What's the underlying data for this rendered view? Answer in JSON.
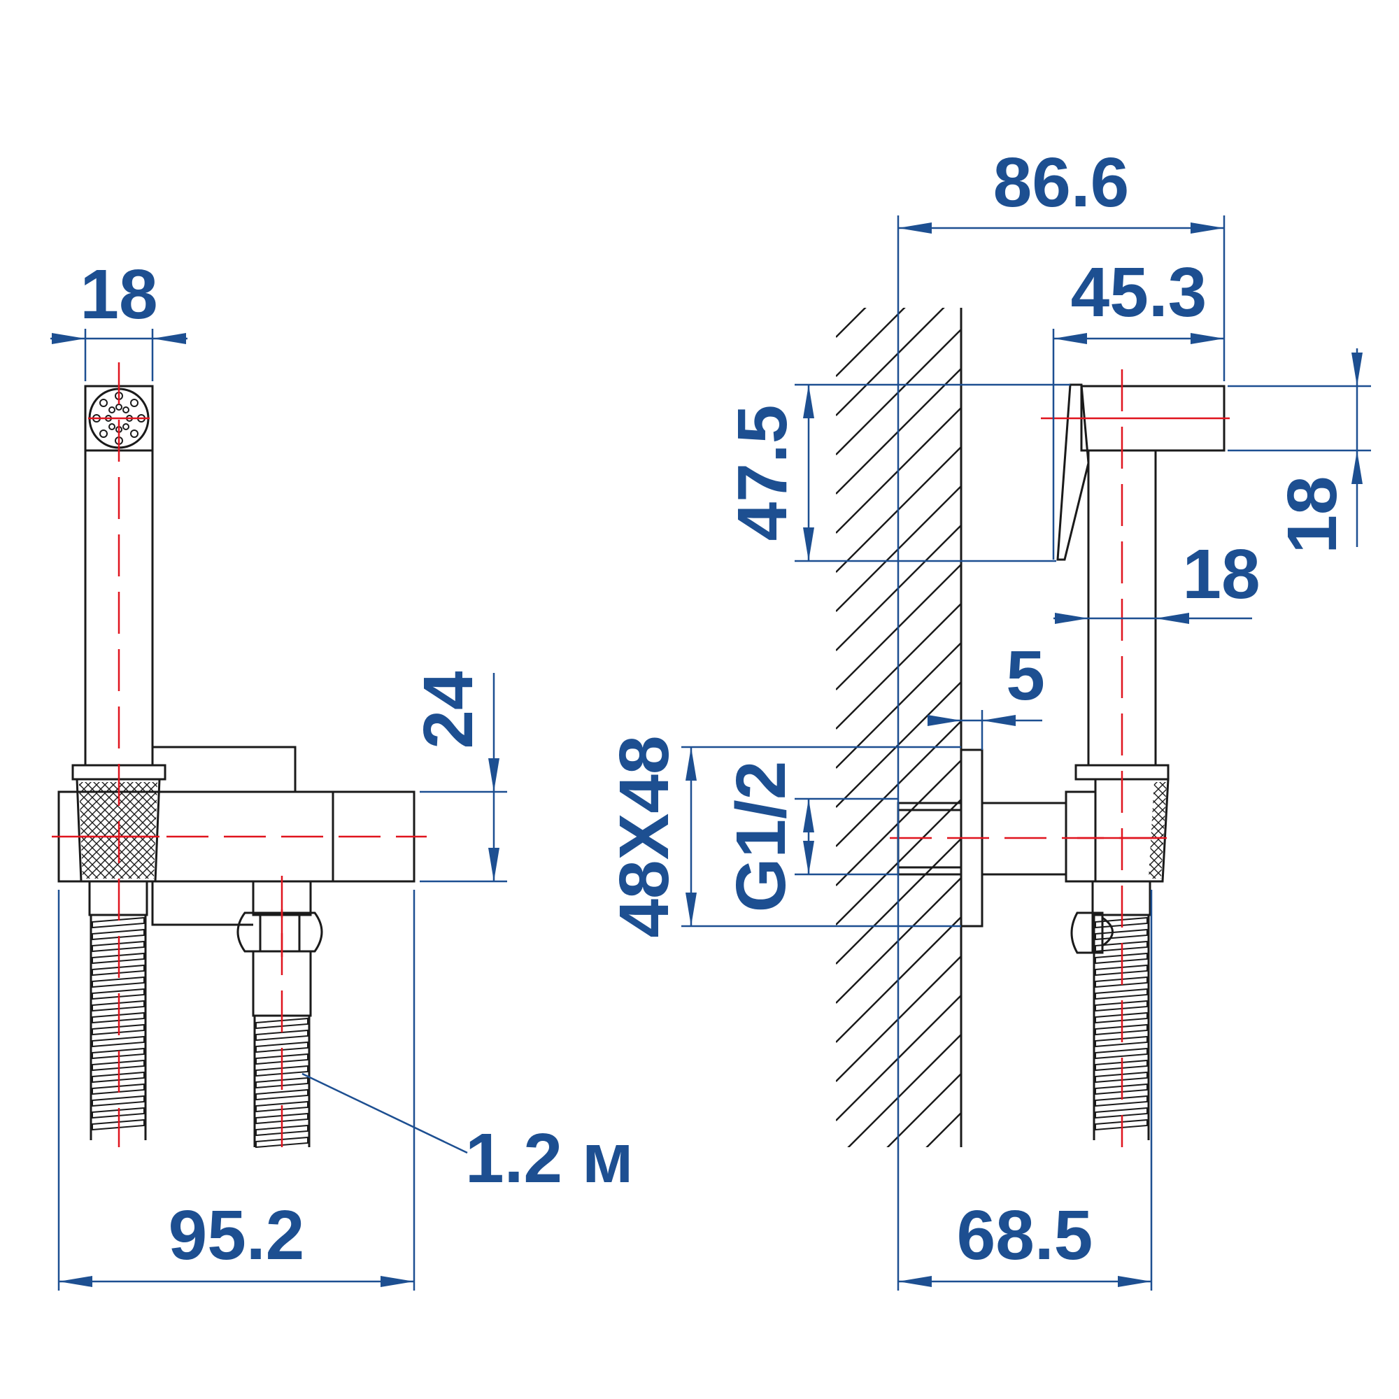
{
  "colors": {
    "dimension": "#1d4f91",
    "object": "#1a1a1a",
    "centerline": "#e0141e",
    "background": "#ffffff"
  },
  "front_view": {
    "dim_handle_width": "18",
    "dim_body_height": "24",
    "dim_total_width": "95.2",
    "dim_hose_length": "1.2 м"
  },
  "side_view": {
    "dim_total_depth": "86.6",
    "dim_head_depth": "45.3",
    "dim_lever_height": "47.5",
    "dim_head_height": "18",
    "dim_handle_diameter": "18",
    "dim_flange_thickness": "5",
    "dim_flange_size": "48X48",
    "dim_thread": "G1/2",
    "dim_wall_to_hose": "68.5"
  }
}
